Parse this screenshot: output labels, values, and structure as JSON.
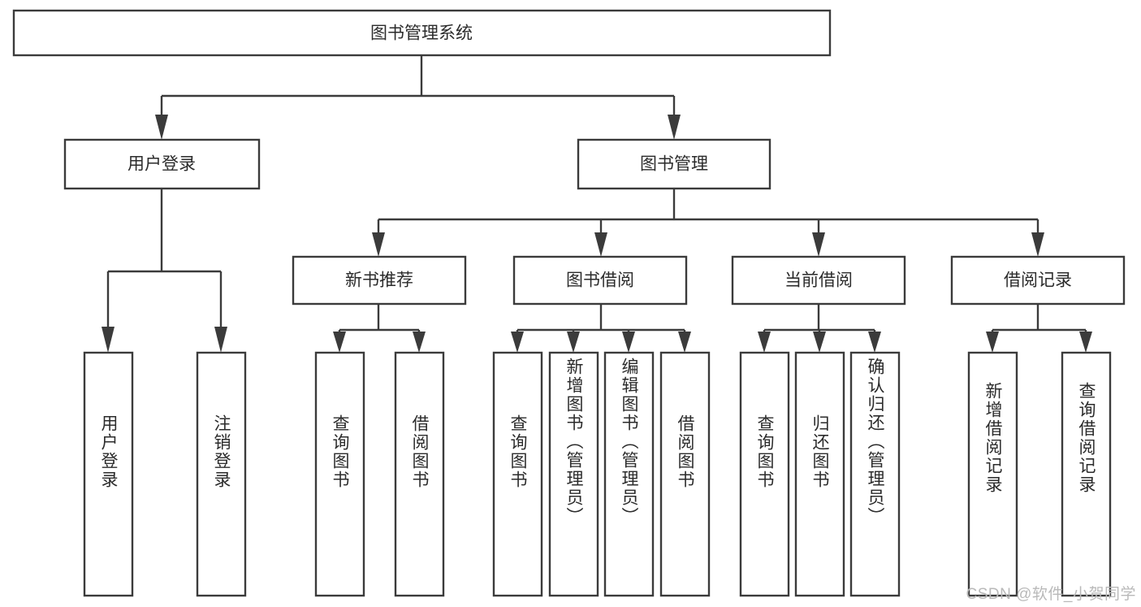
{
  "diagram": {
    "title": "图书管理系统",
    "type": "tree-hierarchy-chart",
    "root": {
      "id": "root",
      "label": "图书管理系统",
      "orientation": "horizontal"
    },
    "level2": [
      {
        "id": "user-login",
        "label": "用户登录",
        "orientation": "horizontal"
      },
      {
        "id": "book-manage",
        "label": "图书管理",
        "orientation": "horizontal"
      }
    ],
    "level3": [
      {
        "id": "new-book-recommend",
        "label": "新书推荐",
        "orientation": "horizontal",
        "parent": "book-manage"
      },
      {
        "id": "book-borrow",
        "label": "图书借阅",
        "orientation": "horizontal",
        "parent": "book-manage"
      },
      {
        "id": "current-borrow",
        "label": "当前借阅",
        "orientation": "horizontal",
        "parent": "book-manage"
      },
      {
        "id": "borrow-record",
        "label": "借阅记录",
        "orientation": "horizontal",
        "parent": "book-manage"
      }
    ],
    "leaves": [
      {
        "id": "leaf-user-login",
        "label": "用户登录",
        "orientation": "vertical",
        "parent": "user-login"
      },
      {
        "id": "leaf-logout-login",
        "label": "注销登录",
        "orientation": "vertical",
        "parent": "user-login"
      },
      {
        "id": "leaf-query-book-1",
        "label": "查询图书",
        "orientation": "vertical",
        "parent": "new-book-recommend"
      },
      {
        "id": "leaf-borrow-book-1",
        "label": "借阅图书",
        "orientation": "vertical",
        "parent": "new-book-recommend"
      },
      {
        "id": "leaf-query-book-2",
        "label": "查询图书",
        "orientation": "vertical",
        "parent": "book-borrow"
      },
      {
        "id": "leaf-add-book",
        "label": "新增图书（管理员）",
        "orientation": "vertical",
        "parent": "book-borrow"
      },
      {
        "id": "leaf-edit-book",
        "label": "编辑图书（管理员）",
        "orientation": "vertical",
        "parent": "book-borrow"
      },
      {
        "id": "leaf-borrow-book-2",
        "label": "借阅图书",
        "orientation": "vertical",
        "parent": "book-borrow"
      },
      {
        "id": "leaf-query-book-3",
        "label": "查询图书",
        "orientation": "vertical",
        "parent": "current-borrow"
      },
      {
        "id": "leaf-return-book",
        "label": "归还图书",
        "orientation": "vertical",
        "parent": "current-borrow"
      },
      {
        "id": "leaf-confirm-return",
        "label": "确认归还（管理员）",
        "orientation": "vertical",
        "parent": "current-borrow"
      },
      {
        "id": "leaf-add-record",
        "label": "新增借阅记录",
        "orientation": "vertical",
        "parent": "borrow-record"
      },
      {
        "id": "leaf-query-record",
        "label": "查询借阅记录",
        "orientation": "vertical",
        "parent": "borrow-record"
      }
    ]
  },
  "watermark": {
    "text": "CSDN @软件_小贺同学"
  },
  "colors": {
    "box_fill": "#ffffff",
    "box_stroke": "#3b3b3b",
    "text": "#2b2b2b",
    "background": "#ffffff",
    "watermark": "#b9b9b9"
  }
}
